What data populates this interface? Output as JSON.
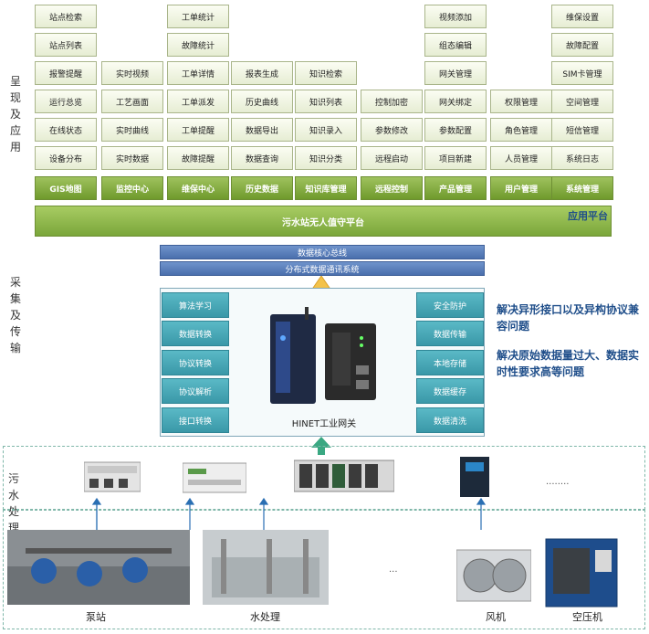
{
  "side_labels": {
    "presentation": "呈现及应用",
    "collection": "采集及传输",
    "station": "污水处理站点"
  },
  "columns": [
    {
      "category": "GIS地图",
      "items": [
        "站点检索",
        "站点列表",
        "报警提醒",
        "运行总览",
        "在线状态",
        "设备分布"
      ]
    },
    {
      "category": "监控中心",
      "items": [
        "实时视频",
        "工艺画面",
        "实时曲线",
        "实时数据"
      ]
    },
    {
      "category": "维保中心",
      "items": [
        "工单统计",
        "故障统计",
        "工单详情",
        "工单派发",
        "工单提醒",
        "故障提醒"
      ]
    },
    {
      "category": "历史数据",
      "items": [
        "报表生成",
        "历史曲线",
        "数据导出",
        "数据查询"
      ]
    },
    {
      "category": "知识库管理",
      "items": [
        "知识检索",
        "知识列表",
        "知识录入",
        "知识分类"
      ]
    },
    {
      "category": "远程控制",
      "items": [
        "控制加密",
        "参数修改",
        "远程启动"
      ]
    },
    {
      "category": "产品管理",
      "items": [
        "视频添加",
        "组态编辑",
        "网关管理",
        "网关绑定",
        "参数配置",
        "项目新建"
      ]
    },
    {
      "category": "用户管理",
      "items": [
        "权限管理",
        "角色管理",
        "人员管理"
      ]
    },
    {
      "category": "系统管理",
      "items": [
        "维保设置",
        "故障配置",
        "SIM卡管理",
        "空间管理",
        "短信管理",
        "系统日志"
      ]
    }
  ],
  "platform_label": "污水站无人值守平台",
  "app_platform_label": "应用平台",
  "bus_labels": [
    "数据核心总线",
    "分布式数据通讯系统"
  ],
  "gateway": {
    "left_items": [
      "算法学习",
      "数据转换",
      "协议转换",
      "协议解析",
      "接口转换"
    ],
    "right_items": [
      "安全防护",
      "数据传输",
      "本地存储",
      "数据缓存",
      "数据清洗"
    ],
    "name": "HINET工业网关"
  },
  "notes": [
    "解决异形接口以及异构协议兼容问题",
    "解决原始数据量过大、数据实时性要求高等问题"
  ],
  "device_ellipsis": "........",
  "site_ellipsis": "...",
  "site_captions": [
    "泵站",
    "水处理",
    "风机",
    "空压机"
  ],
  "colors": {
    "accent_green": "#7aa63a",
    "bus_blue": "#4a6fad",
    "gateway_teal": "#3a98a8",
    "note_blue": "#1f4e8a"
  }
}
